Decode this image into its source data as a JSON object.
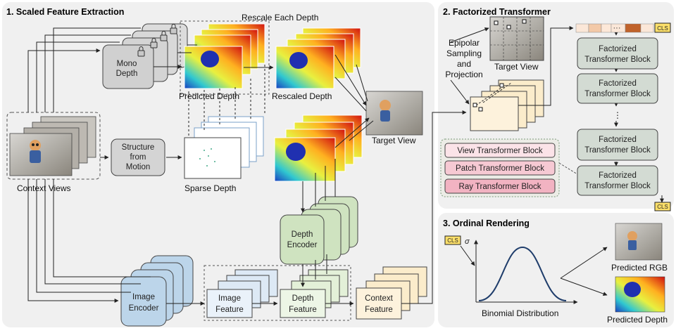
{
  "sections": {
    "s1": "1.  Scaled Feature Extraction",
    "s2": "2. Factorized Transformer",
    "s3": "3. Ordinal Rendering"
  },
  "s1": {
    "rescale_each_depth": "Rescale Each Depth",
    "mono_depth": [
      "Mono",
      "Depth"
    ],
    "predicted_depth": "Predicted Depth",
    "rescaled_depth": "Rescaled Depth",
    "target_view": "Target View",
    "sfm": [
      "Structure",
      "from",
      "Motion"
    ],
    "sparse_depth": "Sparse Depth",
    "context_views": "Context Views",
    "depth_encoder": [
      "Depth",
      "Encoder"
    ],
    "image_encoder": [
      "Image",
      "Encoder"
    ],
    "image_feature": [
      "Image",
      "Feature"
    ],
    "depth_feature": [
      "Depth",
      "Feature"
    ],
    "context_feature": [
      "Context",
      "Feature"
    ]
  },
  "s2": {
    "epipolar": [
      "Epipolar",
      "Sampling",
      "and",
      "Projection"
    ],
    "target_view": "Target View",
    "cls": "CLS",
    "token_dots": "···",
    "vdots": "⋮",
    "fact_block": [
      "Factorized",
      "Transformer Block"
    ],
    "view_block": "View Transformer Block",
    "patch_block": "Patch Transformer Block",
    "ray_block": "Ray Transformer Block"
  },
  "s3": {
    "cls": "CLS",
    "sigma": "σ",
    "binomial": "Binomial Distribution",
    "predicted_rgb": "Predicted RGB",
    "predicted_depth": "Predicted Depth"
  },
  "colors": {
    "panel": "#f0f0f0",
    "mono_gray": "#d4d4d4",
    "green": "#cfe3c0",
    "blue": "#bcd5ea",
    "beige": "#fbeccb",
    "fact_block": "#d3dbd3",
    "pink": "#f6c9d3",
    "token_accent": "#c0622a"
  }
}
